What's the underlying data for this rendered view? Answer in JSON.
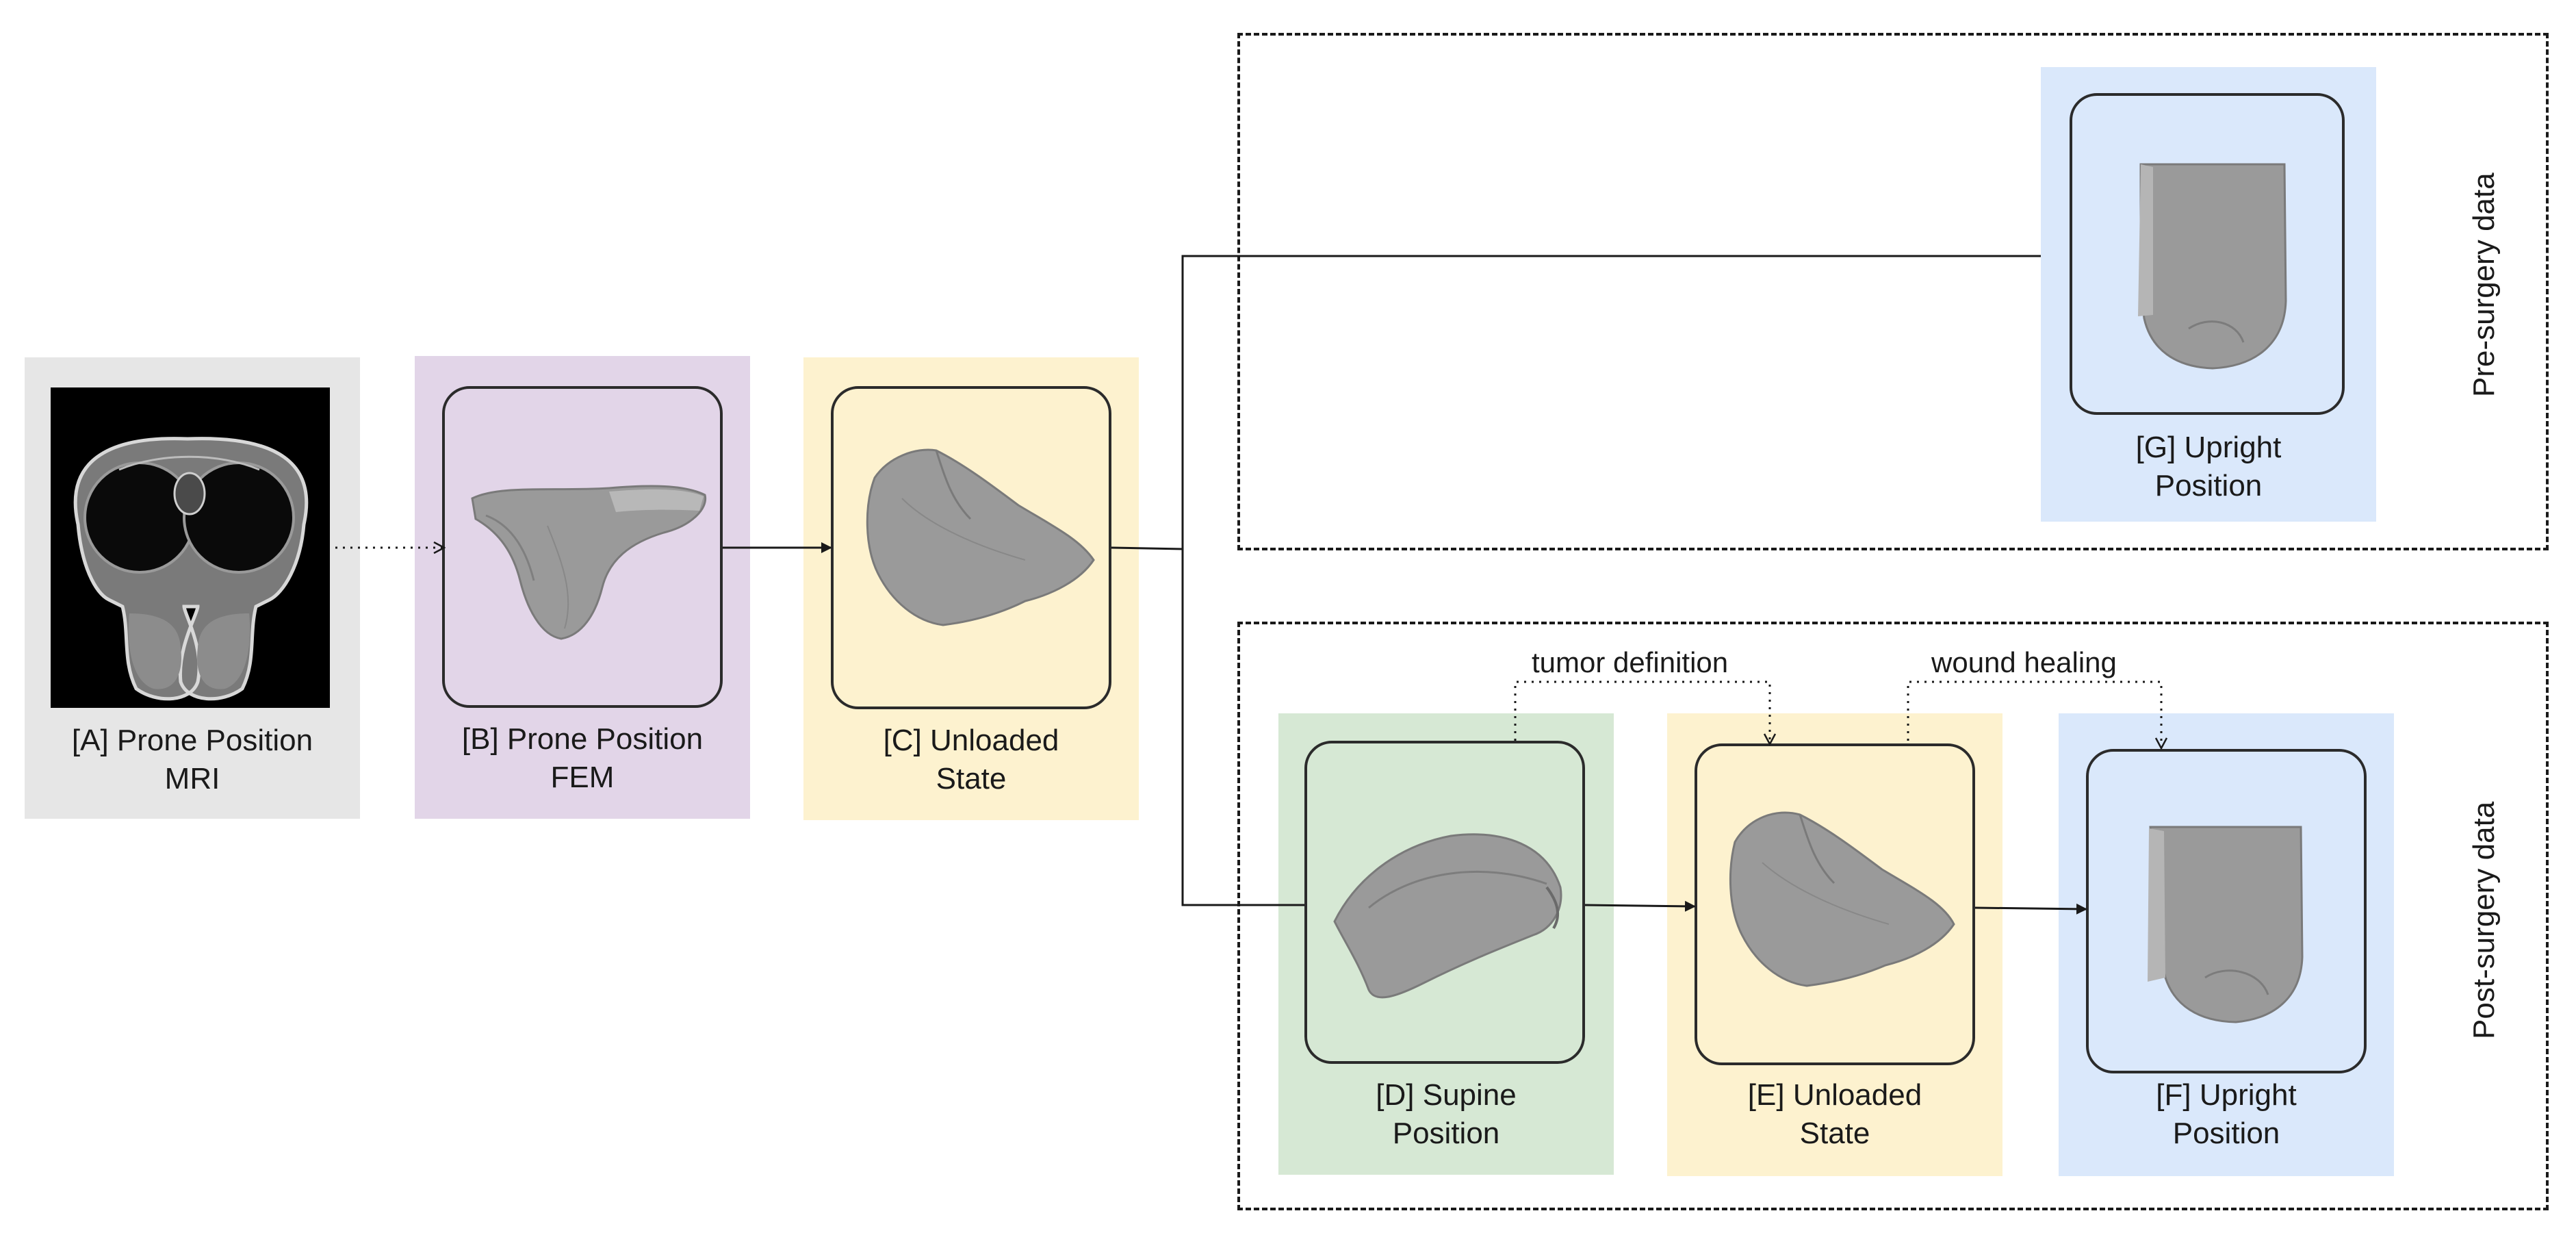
{
  "panels": {
    "a": {
      "line1": "[A] Prone Position",
      "line2": "MRI",
      "color": "#e6e6e6"
    },
    "b": {
      "line1": "[B] Prone Position",
      "line2": "FEM",
      "color": "#e2d5e8"
    },
    "c": {
      "line1": "[C] Unloaded",
      "line2": "State",
      "color": "#fdf2cf"
    },
    "d": {
      "line1": "[D] Supine",
      "line2": "Position",
      "color": "#d6e8d4"
    },
    "e": {
      "line1": "[E] Unloaded",
      "line2": "State",
      "color": "#fdf2cf"
    },
    "f": {
      "line1": "[F] Upright",
      "line2": "Position",
      "color": "#dae8fb"
    },
    "g": {
      "line1": "[G] Upright",
      "line2": "Position",
      "color": "#dae8fb"
    }
  },
  "groups": {
    "pre": "Pre-surgery data",
    "post": "Post-surgery data"
  },
  "annotations": {
    "tumor": "tumor definition",
    "wound": "wound healing"
  },
  "colors": {
    "mesh": "#9a9a9a",
    "mesh_dark": "#6f6f6f",
    "line": "#1a1a1a"
  }
}
